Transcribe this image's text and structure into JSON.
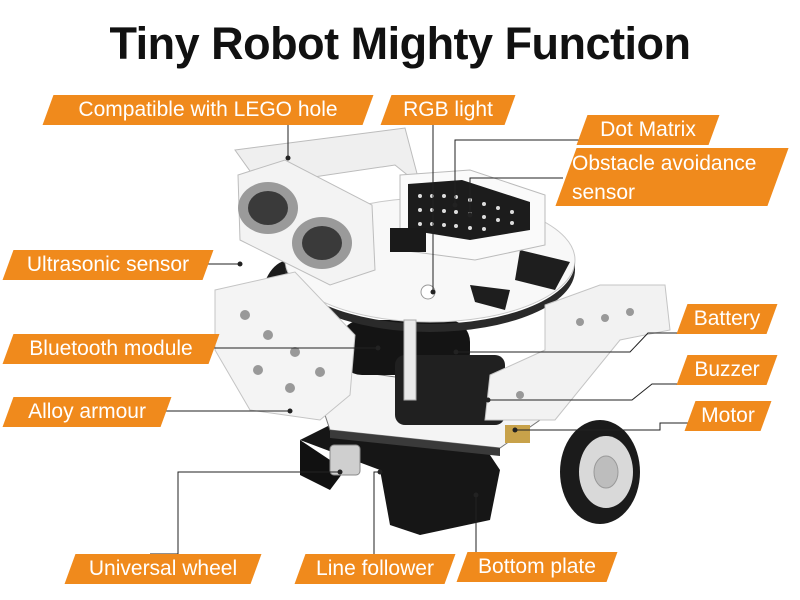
{
  "title": "Tiny Robot Mighty Function",
  "colors": {
    "accent": "#f08a1c",
    "text": "#111111",
    "label_text": "#ffffff"
  },
  "labels": {
    "lego_hole": "Compatible with LEGO hole",
    "rgb_light": "RGB light",
    "dot_matrix": "Dot Matrix",
    "obstacle_line1": "Obstacle avoidance",
    "obstacle_line2": "sensor",
    "ultrasonic": "Ultrasonic sensor",
    "bluetooth": "Bluetooth module",
    "alloy_armour": "Alloy armour",
    "battery": "Battery",
    "buzzer": "Buzzer",
    "motor": "Motor",
    "universal_wheel": "Universal wheel",
    "line_follower": "Line follower",
    "bottom_plate": "Bottom plate"
  }
}
